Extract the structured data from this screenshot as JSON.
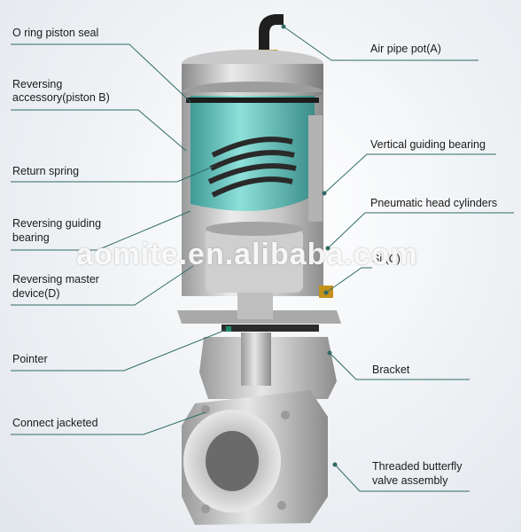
{
  "labels": {
    "o_ring": "O ring piston seal",
    "reversing_accessory_1": "Reversing",
    "reversing_accessory_2": "accessory(piston B)",
    "return_spring": "Return spring",
    "reversing_guiding_1": "Reversing guiding",
    "reversing_guiding_2": "bearing",
    "reversing_master_1": "Reversing master",
    "reversing_master_2": "device(D)",
    "pointer": "Pointer",
    "connect_jacketed": "Connect jacketed",
    "air_pipe": "Air pipe pot(A)",
    "vertical_guiding": "Vertical guiding bearing",
    "pneumatic_head": "Pneumatic head cylinders",
    "signal_partial": "Si         (C)",
    "bracket": "Bracket",
    "threaded_1": "Threaded butterfly",
    "threaded_2": "valve assembly"
  },
  "watermark": "aomite.en.alibaba.com",
  "colors": {
    "leader": "#2f6b66",
    "piston": "#6fc9c3",
    "metal_light": "#d8d8d8",
    "metal_dark": "#8f8f8f",
    "brass": "#d9a520"
  }
}
